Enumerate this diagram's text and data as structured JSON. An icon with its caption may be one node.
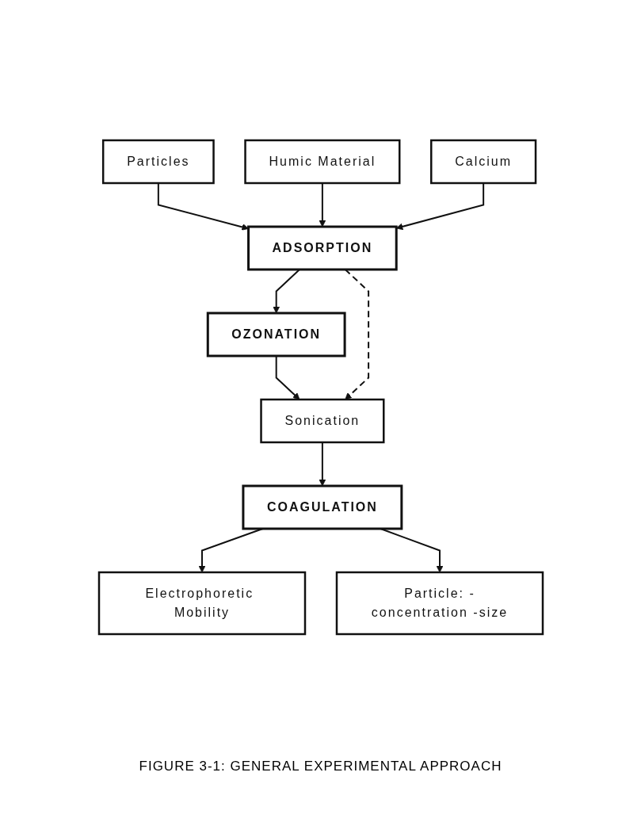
{
  "diagram": {
    "caption": "FIGURE 3-1: GENERAL EXPERIMENTAL APPROACH",
    "nodes": [
      {
        "text": [
          "Particles"
        ]
      },
      {
        "text": [
          "Humic Material"
        ]
      },
      {
        "text": [
          "Calcium"
        ]
      },
      {
        "text": [
          "ADSORPTION"
        ]
      },
      {
        "text": [
          "OZONATION"
        ]
      },
      {
        "text": [
          "Sonication"
        ]
      },
      {
        "text": [
          "COAGULATION"
        ]
      },
      {
        "text": [
          "Electrophoretic Mobility"
        ]
      },
      {
        "text": [
          "Particle: -concentration -size"
        ]
      }
    ],
    "edges": [
      {
        "from": 0,
        "to": 3,
        "arrow": "to"
      },
      {
        "from": 1,
        "to": 3,
        "arrow": "to"
      },
      {
        "from": 2,
        "to": 3,
        "arrow": "to"
      },
      {
        "from": 3,
        "to": 4,
        "arrow": "to"
      },
      {
        "from": 4,
        "to": 5,
        "arrow": "to"
      },
      {
        "from": 3,
        "to": 5,
        "arrow": "to",
        "style": "dashed"
      },
      {
        "from": 5,
        "to": 6,
        "arrow": "to"
      },
      {
        "from": 6,
        "to": 7,
        "arrow": "to"
      },
      {
        "from": 6,
        "to": 8,
        "arrow": "to"
      }
    ]
  }
}
